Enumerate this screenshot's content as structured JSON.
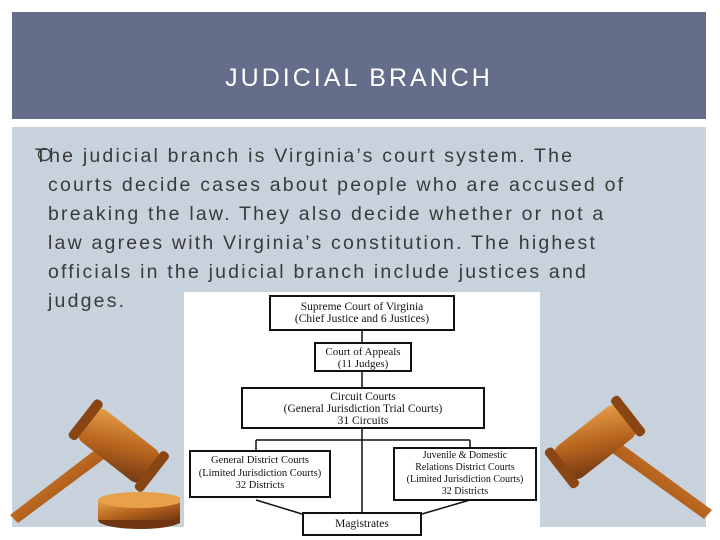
{
  "title": "JUDICIAL BRANCH",
  "bullet": {
    "lines": [
      "The judicial branch is Virginia’s court system. The",
      "courts decide cases about people who are accused of",
      "breaking the law. They also decide whether or not a",
      "law agrees with Virginia’s constitution. The highest",
      "officials in the judicial branch include justices and",
      "judges."
    ]
  },
  "org_chart": {
    "supreme": [
      "Supreme Court of Virginia",
      "(Chief Justice and 6 Justices)"
    ],
    "appeals": [
      "Court of Appeals",
      "(11 Judges)"
    ],
    "circuit": [
      "Circuit Courts",
      "(General Jurisdiction Trial Courts)",
      "31 Circuits"
    ],
    "general_district": [
      "General District Courts",
      "(Limited Jurisdiction Courts)",
      "32 Districts"
    ],
    "juvenile": [
      "Juvenile & Domestic",
      "Relations District Courts",
      "(Limited Jurisdiction Courts)",
      "32 Districts"
    ],
    "magistrates": [
      "Magistrates"
    ]
  },
  "icons": [
    "bullet-circle-icon",
    "gavel-left-icon",
    "gavel-right-icon"
  ],
  "colors": {
    "title_bar": "#646e8a",
    "content_bg": "#c7d2dc",
    "gavel_wood": "#b8651f"
  }
}
